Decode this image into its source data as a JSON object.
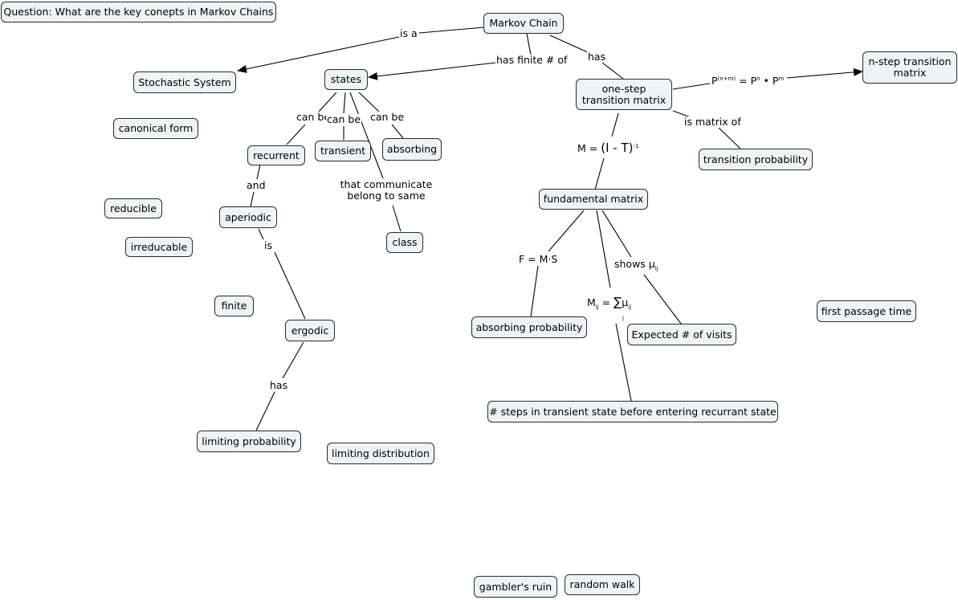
{
  "nodes": {
    "question": "Question: What are the key conepts in Markov Chains",
    "markov_chain": "Markov Chain",
    "stochastic_system": "Stochastic System",
    "states": "states",
    "one_step": "one-step transition matrix",
    "n_step": "n-step transition matrix",
    "canonical_form": "canonical form",
    "recurrent": "recurrent",
    "transient": "transient",
    "absorbing": "absorbing",
    "transition_probability": "transition probability",
    "fundamental_matrix": "fundamental matrix",
    "reducible": "reducible",
    "aperiodic": "aperiodic",
    "irreducable": "irreducable",
    "class": "class",
    "finite": "finite",
    "ergodic": "ergodic",
    "absorbing_probability": "absorbing probability",
    "expected_visits": "Expected # of visits",
    "first_passage_time": "first passage time",
    "steps_transient": "# steps in transient state before entering recurrant state",
    "limiting_probability": "limiting probability",
    "limiting_distribution": "limiting distribution",
    "gamblers_ruin": "gambler's ruin",
    "random_walk": "random walk"
  },
  "links": {
    "is_a": "is a",
    "has_finite": "has finite # of",
    "has_mc": "has",
    "can_be_1": "can be",
    "can_be_2": "can be",
    "can_be_3": "can be",
    "communicate": "that communicate belong to same",
    "and": "and",
    "is": "is",
    "has_ergodic": "has",
    "is_matrix_of": "is matrix of",
    "f_eq": "F = M·S",
    "shows": "shows",
    "mu": "μ",
    "ij": "ij",
    "sum": "∑",
    "j": "j"
  },
  "formulas": {
    "p_left": "P",
    "p_exp": "(n+m)",
    "p_mid": "= P",
    "p_n": "n",
    "p_dot": "•",
    "p_right": "P",
    "p_m": "m",
    "m_left": "M = ",
    "m_paren": "(I - T)",
    "m_exp": "-1",
    "mij_left": "M",
    "mij_sub": "ij",
    "mij_eq": " = "
  }
}
